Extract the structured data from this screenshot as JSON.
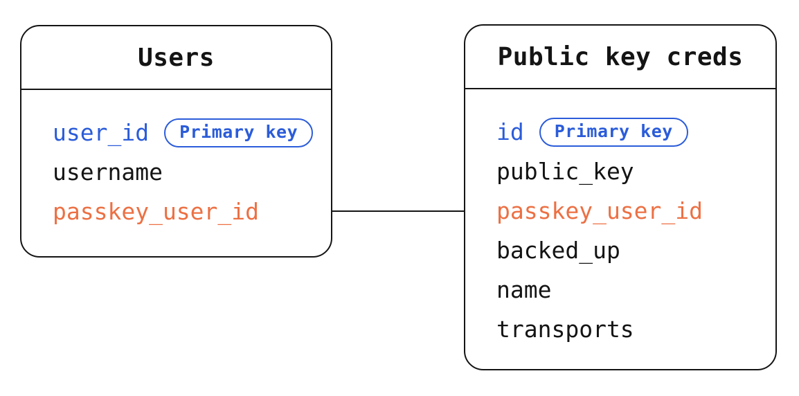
{
  "diagram": {
    "background": "#ffffff",
    "stroke_color": "#141414",
    "primary_key_color": "#2b5cd9",
    "foreign_key_color": "#ec7043",
    "relationship": "Users.passkey_user_id — Public key creds.passkey_user_id"
  },
  "tables": [
    {
      "title": "Users",
      "fields": [
        {
          "name": "user_id",
          "badge": "Primary key"
        },
        {
          "name": "username"
        },
        {
          "name": "passkey_user_id"
        }
      ]
    },
    {
      "title": "Public key creds",
      "fields": [
        {
          "name": "id",
          "badge": "Primary key"
        },
        {
          "name": "public_key"
        },
        {
          "name": "passkey_user_id"
        },
        {
          "name": "backed_up"
        },
        {
          "name": "name"
        },
        {
          "name": "transports"
        }
      ]
    }
  ]
}
